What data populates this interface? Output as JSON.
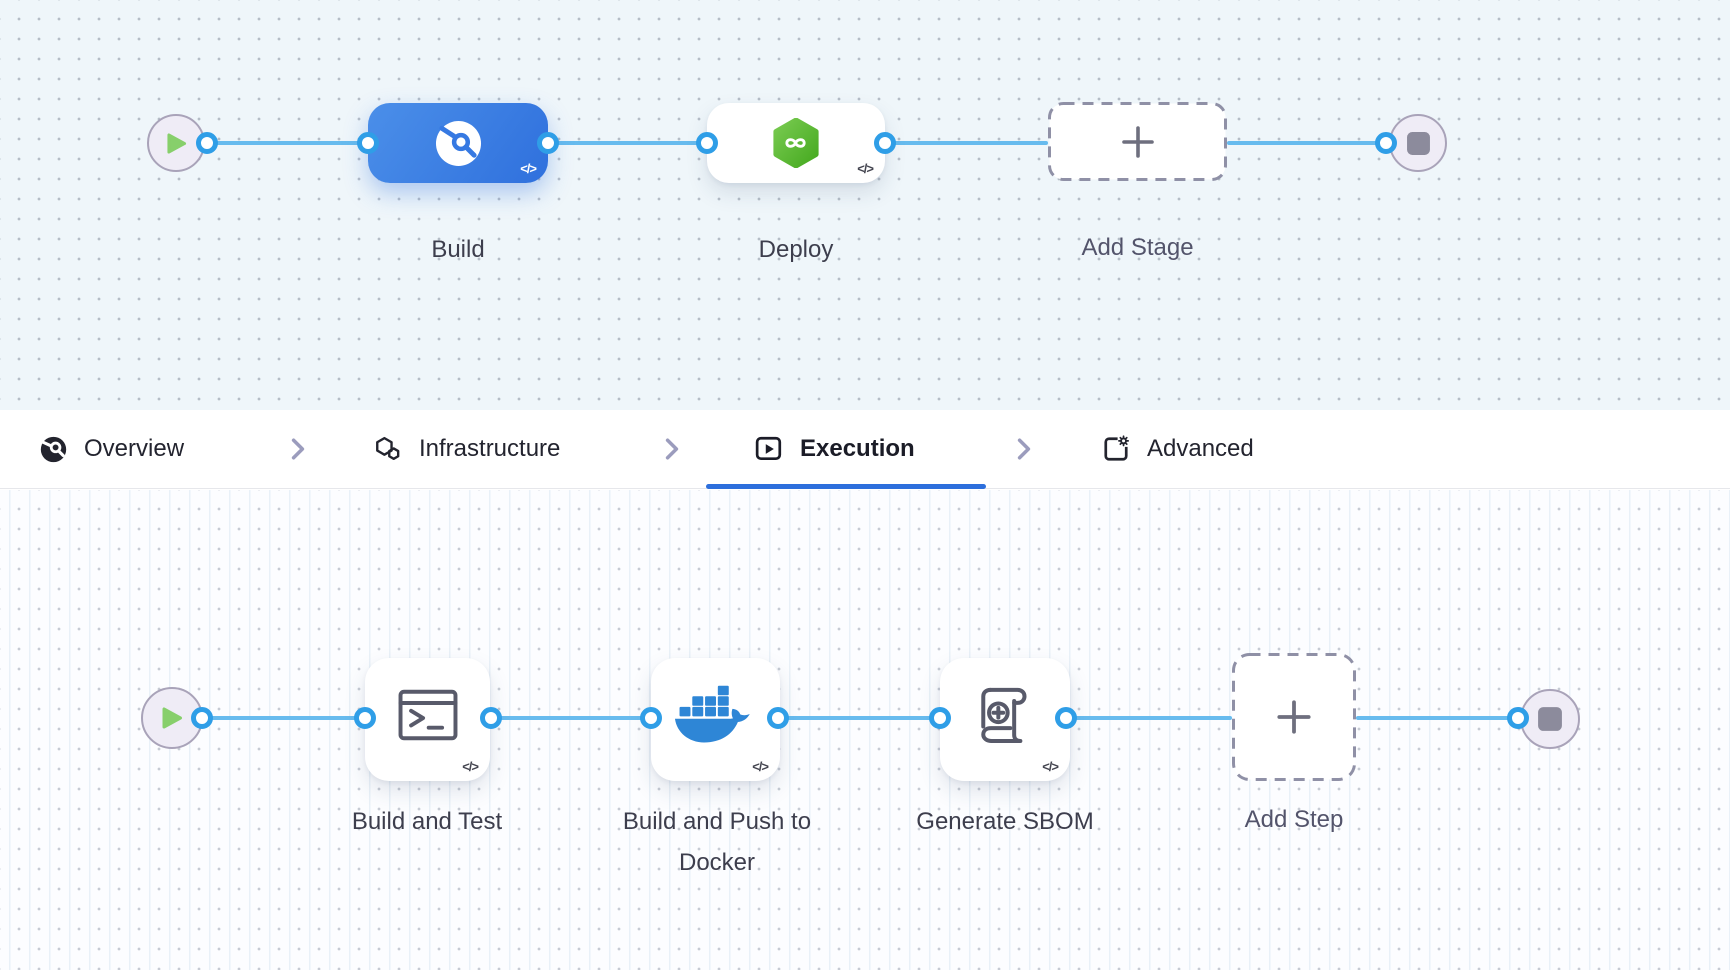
{
  "stage_flow": {
    "stages": [
      {
        "label": "Build",
        "icon": "harness-ci-icon",
        "selected": true
      },
      {
        "label": "Deploy",
        "icon": "harness-cd-icon",
        "selected": false
      }
    ],
    "add_stage": {
      "label": "Add Stage"
    },
    "code_badge": "</>"
  },
  "tabs": [
    {
      "label": "Overview",
      "icon": "overview-icon",
      "active": false
    },
    {
      "label": "Infrastructure",
      "icon": "infrastructure-icon",
      "active": false
    },
    {
      "label": "Execution",
      "icon": "execution-icon",
      "active": true
    },
    {
      "label": "Advanced",
      "icon": "advanced-icon",
      "active": false
    }
  ],
  "step_flow": {
    "steps": [
      {
        "label": "Build and Test",
        "icon": "terminal-icon"
      },
      {
        "label": "Build and Push to Docker",
        "icon": "docker-icon"
      },
      {
        "label": "Generate SBOM",
        "icon": "sbom-scroll-icon"
      }
    ],
    "add_step": {
      "label": "Add Step"
    },
    "code_badge": "</>"
  },
  "colors": {
    "edge_blue": "#67bbee",
    "port_ring_blue": "#2f9ee7",
    "selected_stage_blue": "#2f70dd",
    "tab_underline_blue": "#2d6fdc",
    "deploy_green": "#56b52e",
    "docker_blue": "#2e86d6",
    "play_green": "#87cf6b",
    "stop_gray": "#8c8b9c"
  }
}
